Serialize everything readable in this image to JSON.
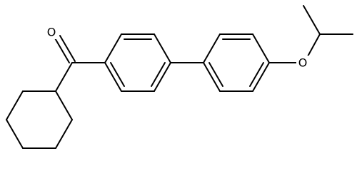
{
  "molecule": {
    "atoms": [
      {
        "id": "O1",
        "label": "O"
      },
      {
        "id": "O2",
        "label": "O"
      }
    ]
  }
}
